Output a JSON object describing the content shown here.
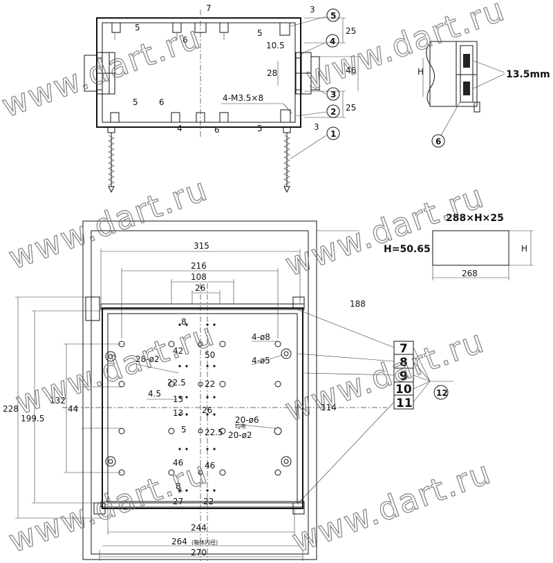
{
  "watermark": "www.dart.ru",
  "section_view": {
    "dims": {
      "d7": "7",
      "d3a": "3",
      "d25a": "25",
      "d5a": "5",
      "d6a": "6",
      "d5b": "5",
      "d10_5": "10.5",
      "d28": "28",
      "d46": "46",
      "d25b": "25",
      "d5c": "5",
      "d6b": "6",
      "d4a": "4",
      "d6c": "6",
      "d5d": "5",
      "d3b": "3"
    },
    "thread_label": "4-M3.5×8",
    "callouts": [
      "5",
      "4",
      "3",
      "2",
      "1"
    ]
  },
  "detail_view": {
    "h_label": "H",
    "thickness_label": "13.5mm",
    "callout": "6"
  },
  "size_table": {
    "header": "288×H×25",
    "row_label": "H=50.65",
    "h_label": "H",
    "width": "268"
  },
  "plan_view": {
    "dims": {
      "w315": "315",
      "w216": "216",
      "w108": "108",
      "w26": "26",
      "h188": "188",
      "hole_8": "4-ø8",
      "d42": "42",
      "d8a": "8",
      "d50": "50",
      "hole_5": "4-ø5",
      "hole_2": "28-ø2",
      "d22_5a": "22.5",
      "d22": "22",
      "d4_5": "4.5",
      "d13a": "13",
      "d13b": "13",
      "d26b": "26",
      "h132": "132",
      "h44": "44",
      "h114": "114",
      "hole_6": "20-ø6",
      "hole_2b": "20-ø2",
      "uniform": "均布",
      "d15": "5",
      "d22_5b": "22.5",
      "d46a": "46",
      "d46b": "46",
      "d8b": "8",
      "d27": "27",
      "d22b": "22",
      "h228": "228",
      "h199_5": "199.5",
      "w244": "244",
      "w264": "264",
      "inner_note": "(箱体内径)",
      "w270": "270"
    },
    "callouts": [
      "7",
      "8",
      "9",
      "10",
      "11"
    ],
    "callout_12": "12"
  }
}
